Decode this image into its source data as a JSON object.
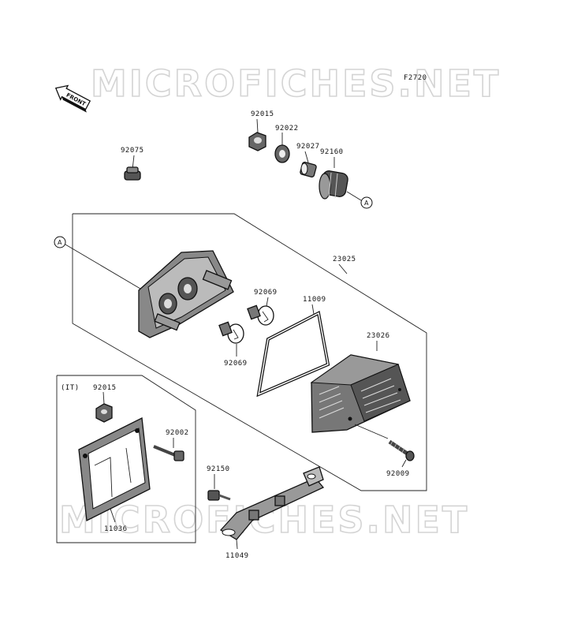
{
  "watermark": "MICROFICHES.NET",
  "figure_code": "F2720",
  "front_label": "FRONT",
  "ref_marker": "A",
  "inset_label": "(IT)",
  "part_numbers": {
    "p92075": "92075",
    "p92015_top": "92015",
    "p92022": "92022",
    "p92027": "92027",
    "p92160": "92160",
    "p23025": "23025",
    "p92069_upper": "92069",
    "p92069_lower": "92069",
    "p11009": "11009",
    "p23026": "23026",
    "p92015_inset": "92015",
    "p92002": "92002",
    "p11036": "11036",
    "p92150": "92150",
    "p11049": "11049",
    "p92009": "92009"
  }
}
